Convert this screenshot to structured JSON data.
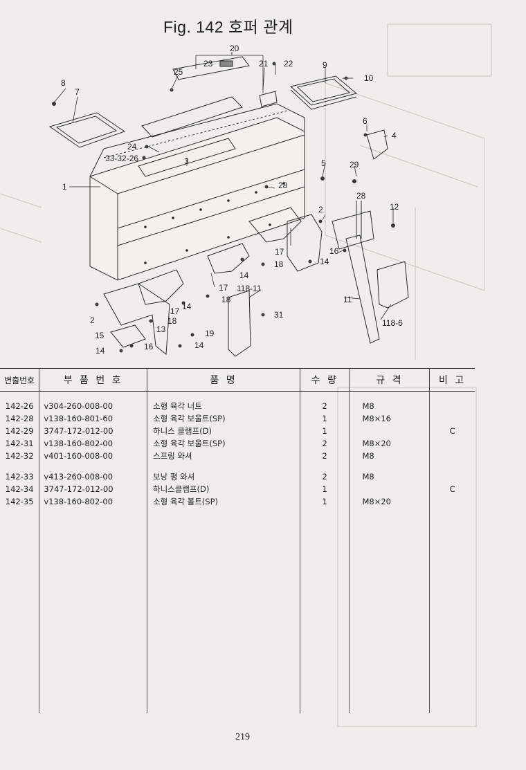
{
  "figure": {
    "title": "Fig. 142  호퍼 관계"
  },
  "callouts": [
    "1",
    "2",
    "3",
    "4",
    "5",
    "6",
    "7",
    "8",
    "9",
    "10",
    "11",
    "12",
    "13",
    "14",
    "15",
    "16",
    "17",
    "18",
    "19",
    "20",
    "21",
    "22",
    "23",
    "24",
    "25",
    "28",
    "29",
    "31",
    "33-32-26",
    "118-11",
    "118-6"
  ],
  "table": {
    "headers": [
      "변출번호",
      "부 품 번 호",
      "품 명",
      "수 량",
      "규 격",
      "비 고"
    ],
    "rows": [
      {
        "ref": "142-26",
        "part": "v304-260-008-00",
        "name": "소형 육각 너트",
        "qty": "2",
        "spec": "M8",
        "note": ""
      },
      {
        "ref": "142-28",
        "part": "v138-160-801-60",
        "name": "소형 육각 보울트(SP)",
        "qty": "1",
        "spec": "M8×16",
        "note": ""
      },
      {
        "ref": "142-29",
        "part": "3747-172-012-00",
        "name": "하니스 클램프(D)",
        "qty": "1",
        "spec": "",
        "note": "C"
      },
      {
        "ref": "142-31",
        "part": "v138-160-802-00",
        "name": "소형 육각 보울트(SP)",
        "qty": "2",
        "spec": "M8×20",
        "note": ""
      },
      {
        "ref": "142-32",
        "part": "v401-160-008-00",
        "name": "스프링 와셔",
        "qty": "2",
        "spec": "M8",
        "note": ""
      },
      {
        "ref": "142-33",
        "part": "v413-260-008-00",
        "name": "보낭 평 와셔",
        "qty": "2",
        "spec": "M8",
        "note": ""
      },
      {
        "ref": "142-34",
        "part": "3747-172-012-00",
        "name": "하니스클램프(D)",
        "qty": "1",
        "spec": "",
        "note": "C"
      },
      {
        "ref": "142-35",
        "part": "v138-160-802-00",
        "name": "소형 육각 볼트(SP)",
        "qty": "1",
        "spec": "M8×20",
        "note": ""
      }
    ]
  },
  "page_number": "219"
}
